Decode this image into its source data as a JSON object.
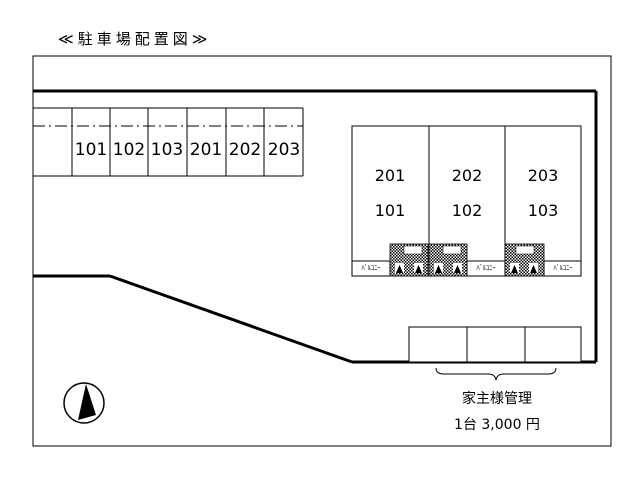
{
  "title": "≪駐車場配置図≫",
  "parking_spaces": [
    "101",
    "102",
    "103",
    "201",
    "202",
    "203"
  ],
  "building": {
    "units": [
      {
        "upper": "201",
        "lower": "101"
      },
      {
        "upper": "202",
        "lower": "102"
      },
      {
        "upper": "203",
        "lower": "103"
      }
    ],
    "balcony_label": "ﾊﾞﾙｺﾆｰ"
  },
  "owner_parking": {
    "label": "家主様管理",
    "price": "1台 3,000 円"
  },
  "compass": {
    "icon": "north-arrow-icon"
  }
}
